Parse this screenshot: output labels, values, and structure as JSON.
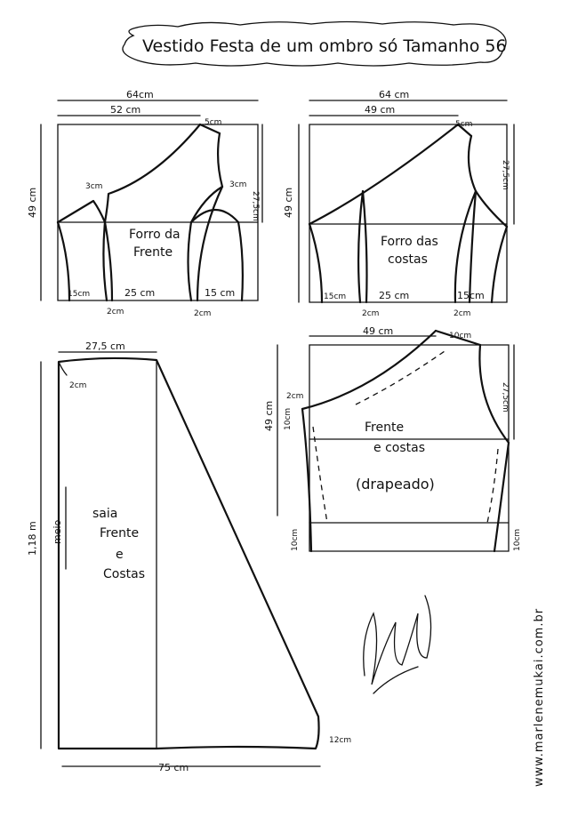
{
  "title": "Vestido  Festa  de  um  ombro só  Tamanho  56",
  "website": "www.marlenemukai.com.br",
  "signature": "Marlene Mukai",
  "front_lining": {
    "name_line1": "Forro da",
    "name_line2": "Frente",
    "width_total": "64cm",
    "width_top": "52 cm",
    "height": "49 cm",
    "shoulder": "5cm",
    "side_depth": "27,5cm",
    "armhole_left": "3cm",
    "armhole_right": "3cm",
    "bottom_left": "15cm",
    "bottom_mid": "25 cm",
    "bottom_right": "15 cm",
    "dart_left": "2cm",
    "dart_right": "2cm"
  },
  "back_lining": {
    "name_line1": "Forro das",
    "name_line2": "costas",
    "width_total": "64 cm",
    "width_top": "49 cm",
    "height": "49 cm",
    "shoulder": "5cm",
    "side_depth": "27,5cm",
    "bottom_left": "15cm",
    "bottom_mid": "25 cm",
    "bottom_right": "15cm",
    "dart_left": "2cm",
    "dart_right": "2cm"
  },
  "skirt": {
    "name_line1": "saia",
    "name_line2": "Frente",
    "name_line3": "e",
    "name_line4": "Costas",
    "fold": "meio",
    "waist": "27,5 cm",
    "waist_drop": "2cm",
    "length": "1,18 m",
    "hem": "75 cm",
    "hem_rise": "12cm"
  },
  "draped": {
    "name_line1": "Frente",
    "name_line2": "e costas",
    "name_line3": "(drapeado)",
    "width_top": "49 cm",
    "shoulder": "10cm",
    "height": "49 cm",
    "side_depth": "27,5cm",
    "left_top": "2cm",
    "left_mid": "10cm",
    "bottom_left": "10cm",
    "bottom_right": "10cm"
  }
}
